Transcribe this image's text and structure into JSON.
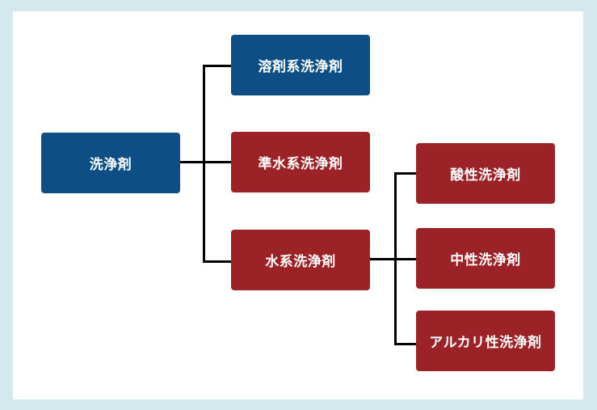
{
  "diagram": {
    "root": "洗浄剤",
    "level1": [
      "溶剤系洗浄剤",
      "準水系洗浄剤",
      "水系洗浄剤"
    ],
    "level2": [
      "酸性洗浄剤",
      "中性洗浄剤",
      "アルカリ性洗浄剤"
    ]
  },
  "colors": {
    "background": "#d4e9ee",
    "panel": "#ffffff",
    "blue_node": "#0d4f84",
    "red_node": "#9b2226",
    "connector": "#000000",
    "text": "#ffffff"
  }
}
